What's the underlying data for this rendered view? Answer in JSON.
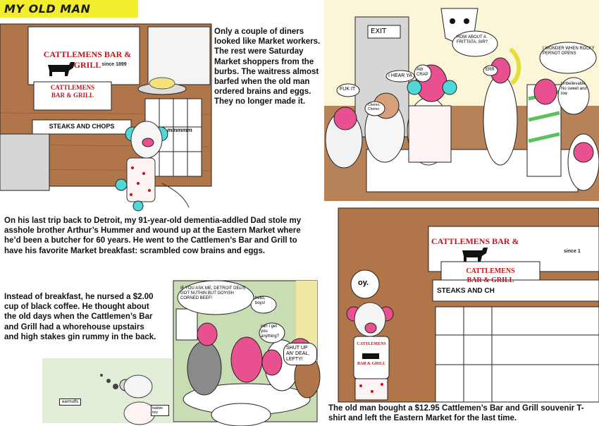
{
  "title": "MY OLD MAN",
  "panel1": {
    "sign_main": "CATTLEMENS BAR & GRILL",
    "sign_since": "since 1899",
    "sign_small_1": "CATTLEMENS",
    "sign_small_2": "BAR & GRILL",
    "awning": "STEAKS AND CHOPS",
    "sound": "mmmmm"
  },
  "caption_top": "Only a couple of diners looked like Market workers. The rest were Saturday Market shoppers from the burbs. The waitress almost barfed when the old man ordered brains and eggs. They no longer made it.",
  "panel2": {
    "exit_sign": "EXIT",
    "b_fuk": "FUK IT",
    "b_chemo": "Chemo. Chemo",
    "b_hear": "I HEAR YA",
    "b_aw": "AW CRAP",
    "b_frittata": "HOW ABOUT A FRITTATA, SIR?",
    "b_err": "ERR",
    "b_rocky": "I WONDER WHEN ROCKY PERNOT OPENS",
    "b_unbelievable": "Unbelievable. No sweet and low"
  },
  "caption_middle": "On his last trip back to Detroit, my 91-year-old dementia-addled Dad stole my asshole brother Arthur’s Hummer and wound up at the Eastern Market where he’d been a butcher for 60 years. He went to the Cattlemen’s Bar and Grill to have his favorite Market breakfast: scrambled cow brains and eggs.",
  "caption_left": "Instead of breakfast, he nursed a $2.00 cup of black coffee. He thought about the old days when the Cattlemen’s Bar and Grill had a whorehouse upstairs and high stakes gin rummy in the back.",
  "panel3": {
    "b_delis": "IF YOU ASK ME, DETROIT DELIS GOT NUTHIN BUT GOYISH CORNED BEEF!",
    "b_hello": "hello, boys!",
    "b_canget": "can I get you anything?",
    "b_shut": "SHUT UP AN' DEAL, LEFTY!",
    "label_earmuffs": "earmuffs",
    "label_bubble": "bubble boy"
  },
  "panel4": {
    "sign_main": "CATTLEMENS BAR &",
    "sign_since": "since 1",
    "sign_small_1": "CATTLEMENS",
    "sign_small_2": "BAR & GRILL",
    "awning": "STEAKS AND CH",
    "b_oy": "oy.",
    "shirt_1": "CATTLEMENS",
    "shirt_2": "BAR & GRILL"
  },
  "caption_bottom": "The old man bought a $12.95 Cattlemen’s Bar and Grill souvenir T-shirt and left the Eastern Market  for the last time.",
  "colors": {
    "title_bg": "#f2ee2e",
    "brick": "#b0764a",
    "pink_skin": "#e9508f",
    "cyan_earmuff": "#4fd8d8",
    "sign_red": "#c4121a"
  }
}
